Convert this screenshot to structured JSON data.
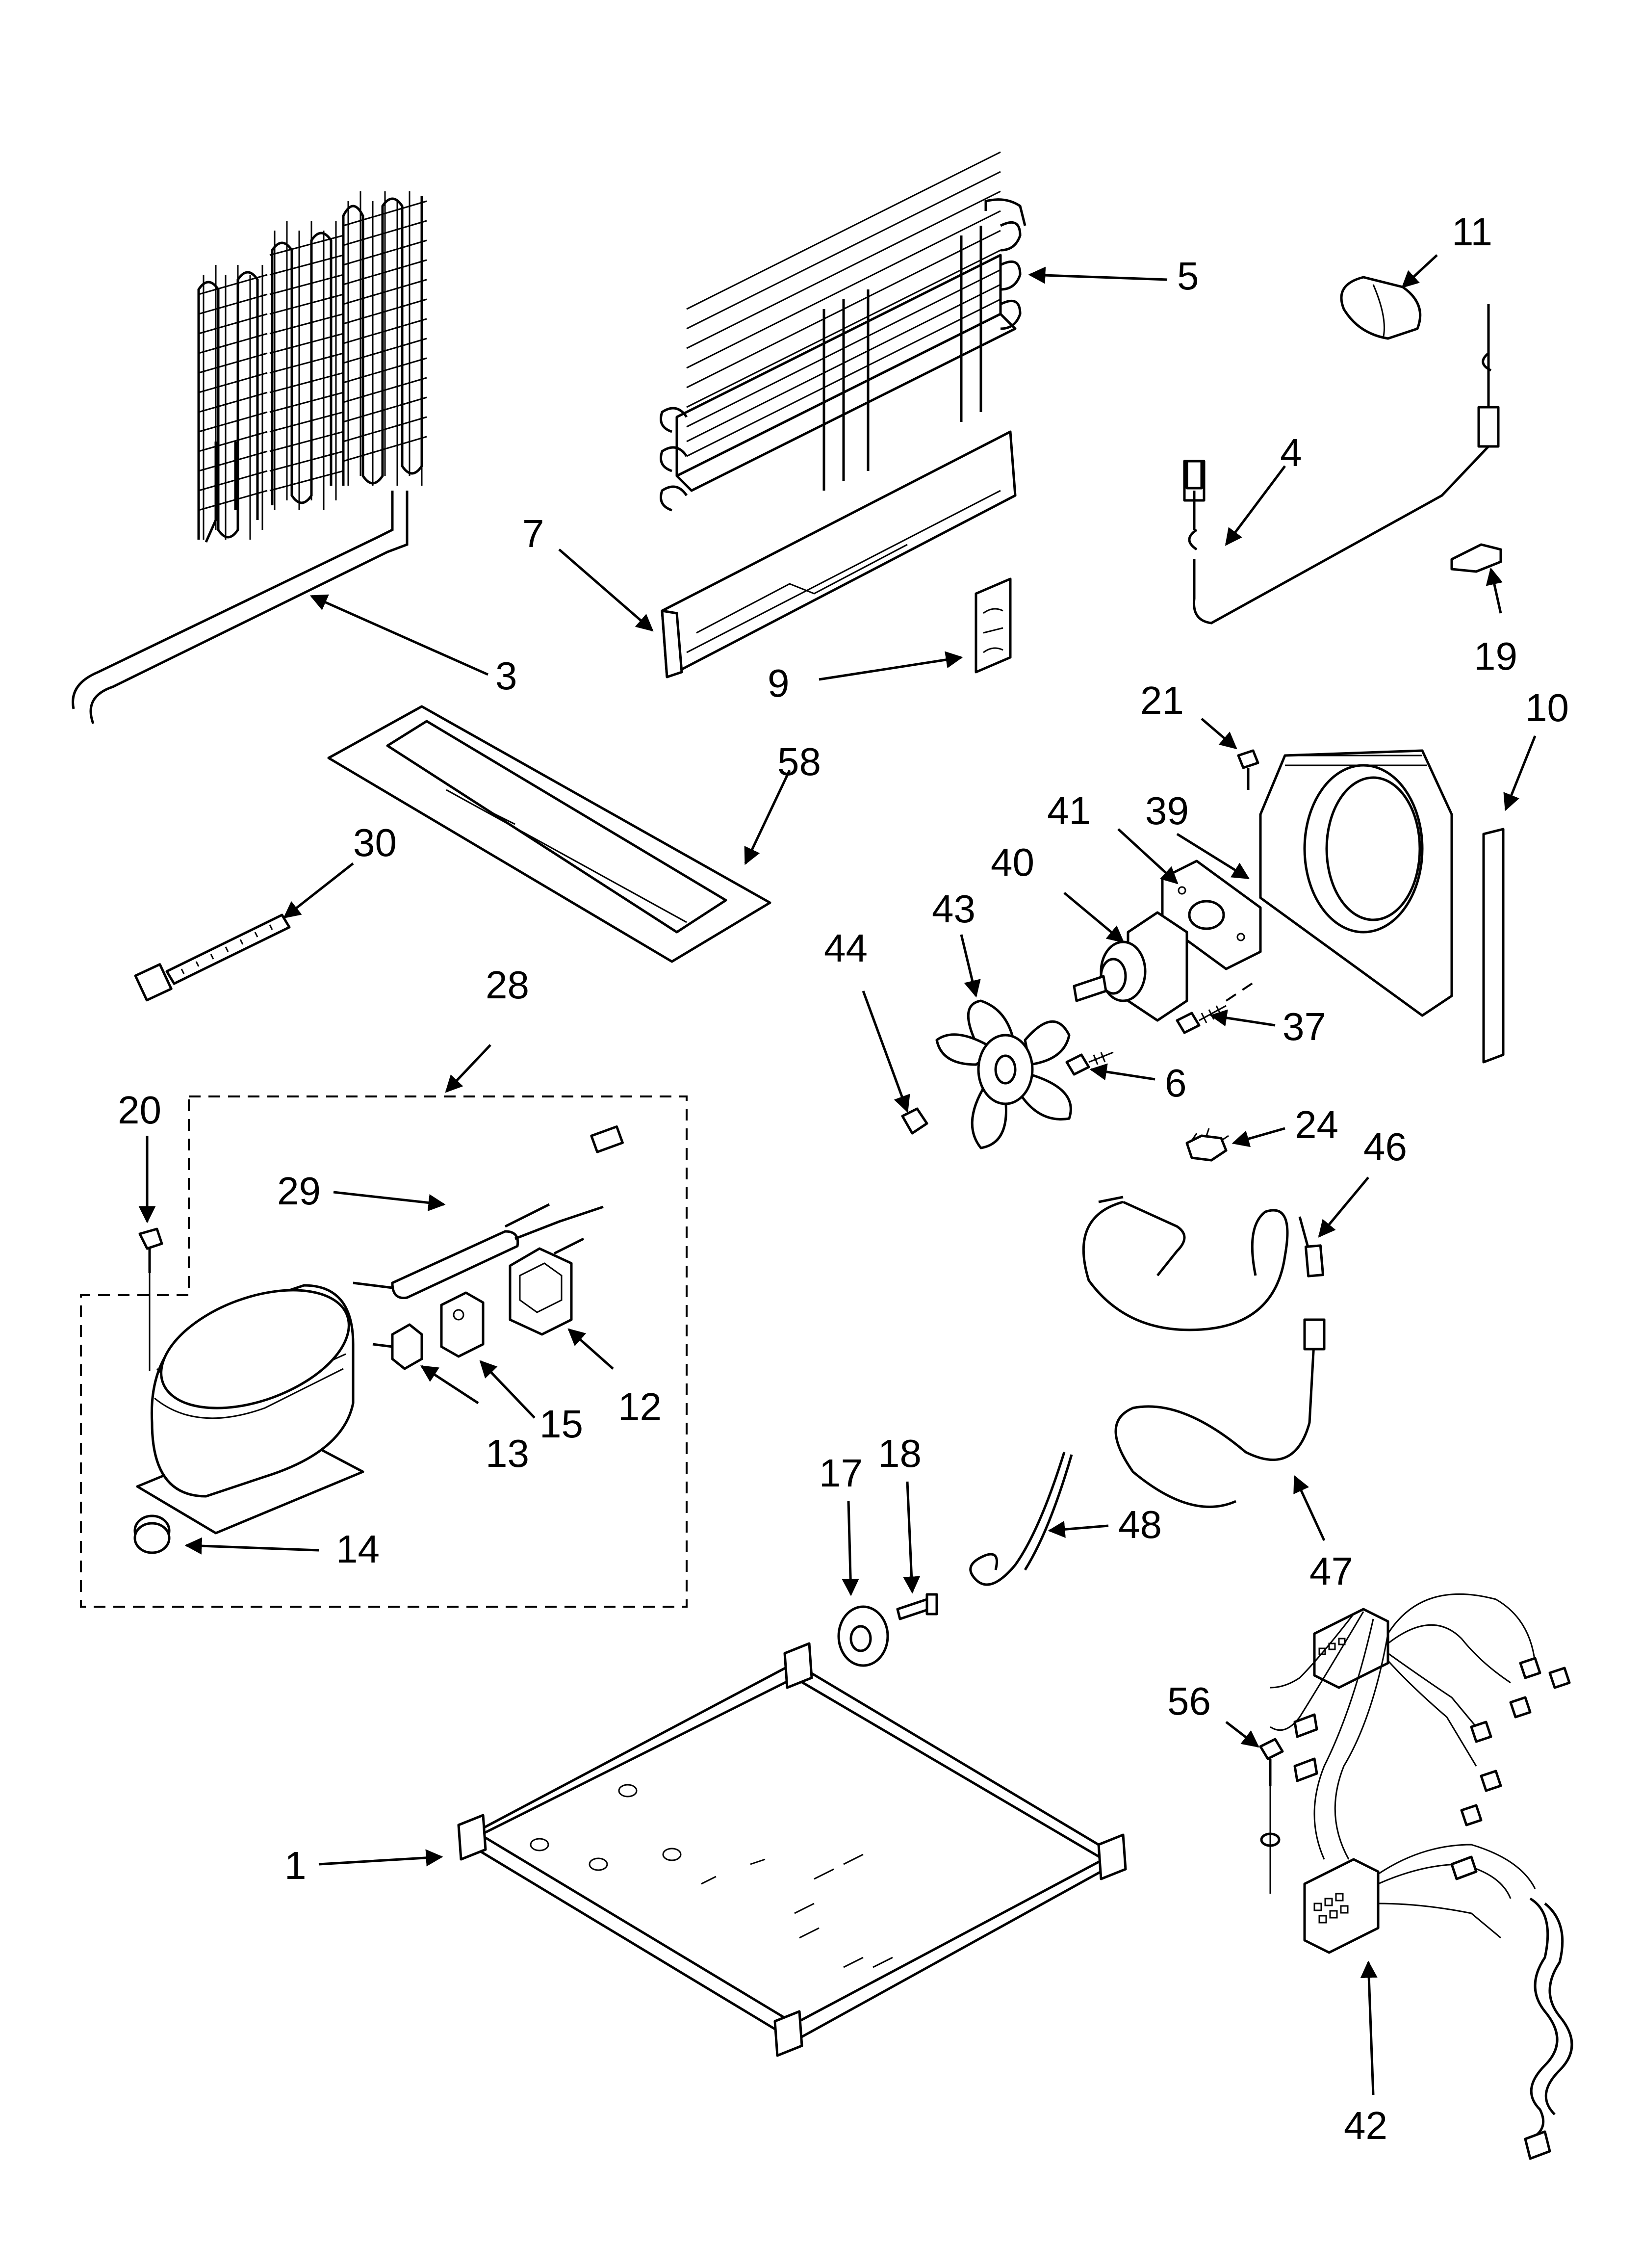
{
  "callouts": [
    {
      "id": "c1",
      "text": "1"
    },
    {
      "id": "c3",
      "text": "3"
    },
    {
      "id": "c4",
      "text": "4"
    },
    {
      "id": "c5",
      "text": "5"
    },
    {
      "id": "c6",
      "text": "6"
    },
    {
      "id": "c7",
      "text": "7"
    },
    {
      "id": "c9",
      "text": "9"
    },
    {
      "id": "c10",
      "text": "10"
    },
    {
      "id": "c11",
      "text": "11"
    },
    {
      "id": "c12",
      "text": "12"
    },
    {
      "id": "c13",
      "text": "13"
    },
    {
      "id": "c14",
      "text": "14"
    },
    {
      "id": "c15",
      "text": "15"
    },
    {
      "id": "c17",
      "text": "17"
    },
    {
      "id": "c18",
      "text": "18"
    },
    {
      "id": "c19",
      "text": "19"
    },
    {
      "id": "c20",
      "text": "20"
    },
    {
      "id": "c21",
      "text": "21"
    },
    {
      "id": "c24",
      "text": "24"
    },
    {
      "id": "c28",
      "text": "28"
    },
    {
      "id": "c29",
      "text": "29"
    },
    {
      "id": "c30",
      "text": "30"
    },
    {
      "id": "c37",
      "text": "37"
    },
    {
      "id": "c39",
      "text": "39"
    },
    {
      "id": "c40",
      "text": "40"
    },
    {
      "id": "c41",
      "text": "41"
    },
    {
      "id": "c42",
      "text": "42"
    },
    {
      "id": "c43",
      "text": "43"
    },
    {
      "id": "c44",
      "text": "44"
    },
    {
      "id": "c46",
      "text": "46"
    },
    {
      "id": "c47",
      "text": "47"
    },
    {
      "id": "c48",
      "text": "48"
    },
    {
      "id": "c56",
      "text": "56"
    },
    {
      "id": "c58",
      "text": "58"
    }
  ]
}
